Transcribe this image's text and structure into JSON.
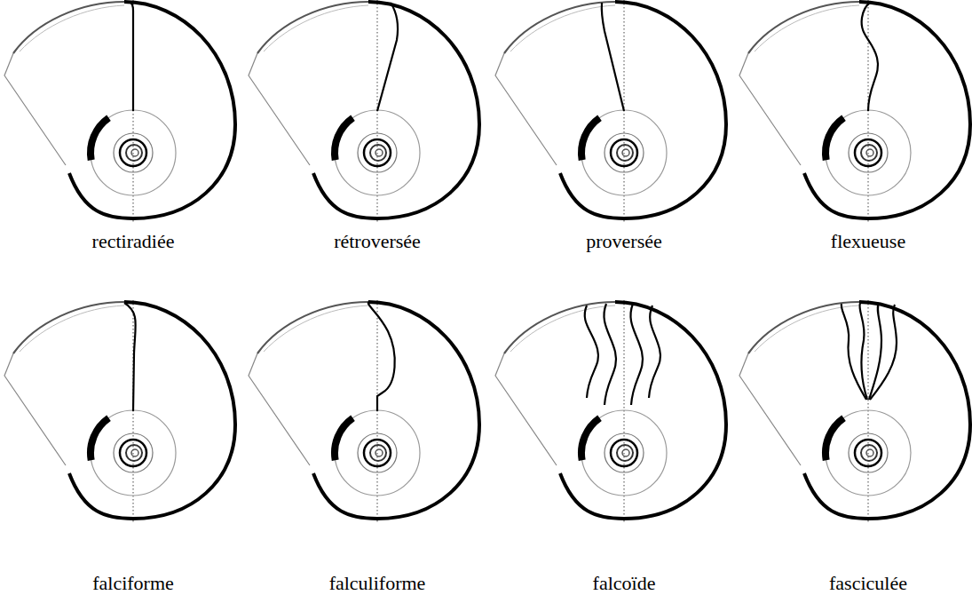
{
  "diagram": {
    "labels": [
      "rectiradiée",
      "rétroversée",
      "proversée",
      "flexueuse",
      "falciforme",
      "falculiforme",
      "falcoïde",
      "fasciculée"
    ]
  }
}
